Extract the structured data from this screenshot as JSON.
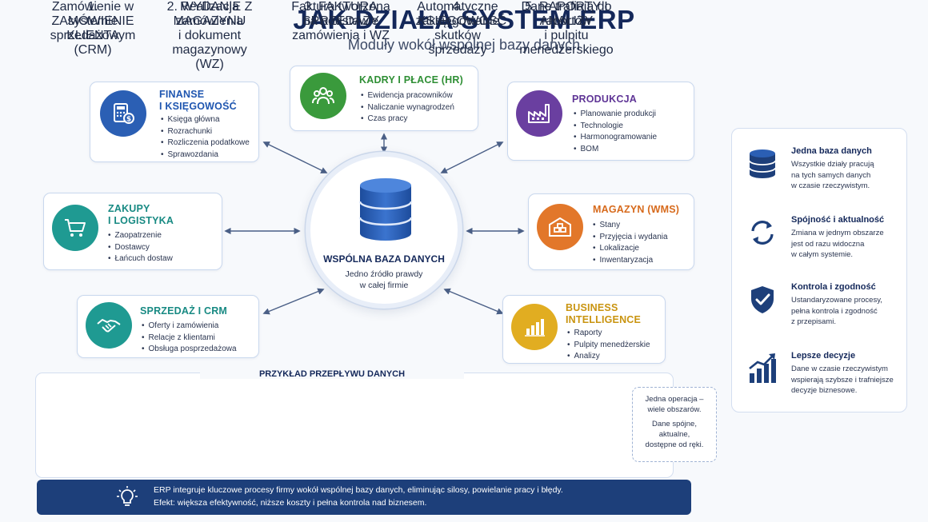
{
  "header": {
    "title": "JAK DZIAŁA SYSTEM ERP",
    "subtitle": "Moduły wokół wspólnej bazy danych"
  },
  "colors": {
    "navy": "#14285a",
    "blue": "#2b5fb4",
    "green": "#3a9a3c",
    "purple": "#6a3fa0",
    "orange": "#e2772a",
    "teal": "#1f9a92",
    "gold": "#e1ad21",
    "bar": "#1d3f7a"
  },
  "center": {
    "icon": "database-icon",
    "title": "WSPÓLNA BAZA DANYCH",
    "subtitle_line1": "Jedno źródło prawdy",
    "subtitle_line2": "w całej firmie"
  },
  "modules": {
    "finanse": {
      "icon": "calculator-coin-icon",
      "title_line1": "FINANSE",
      "title_line2": "I KSIĘGOWOŚĆ",
      "items": [
        "Księga główna",
        "Rozrachunki",
        "Rozliczenia podatkowe",
        "Sprawozdania"
      ]
    },
    "kadry": {
      "icon": "people-group-icon",
      "title_line1": "KADRY I PŁACE (HR)",
      "items": [
        "Ewidencja pracowników",
        "Naliczanie wynagrodzeń",
        "Czas pracy"
      ]
    },
    "produkcja": {
      "icon": "factory-icon",
      "title_line1": "PRODUKCJA",
      "items": [
        "Planowanie produkcji",
        "Technologie",
        "Harmonogramowanie",
        "BOM"
      ]
    },
    "zakupy": {
      "icon": "shopping-cart-icon",
      "title_line1": "ZAKUPY",
      "title_line2": "I LOGISTYKA",
      "items": [
        "Zaopatrzenie",
        "Dostawcy",
        "Łańcuch dostaw"
      ]
    },
    "magazyn": {
      "icon": "warehouse-icon",
      "title_line1": "MAGAZYN (WMS)",
      "items": [
        "Stany",
        "Przyjęcia i wydania",
        "Lokalizacje",
        "Inwentaryzacja"
      ]
    },
    "sprzedaz": {
      "icon": "handshake-icon",
      "title_line1": "SPRZEDAŻ I CRM",
      "items": [
        "Oferty i zamówienia",
        "Relacje z klientami",
        "Obsługa posprzedażowa"
      ]
    },
    "bi": {
      "icon": "bar-chart-icon",
      "title_line1": "BUSINESS",
      "title_line2": "INTELLIGENCE",
      "items": [
        "Raporty",
        "Pulpity menedżerskie",
        "Analizy"
      ]
    }
  },
  "flow": {
    "title": "PRZYKŁAD PRZEPŁYWU DANYCH",
    "steps": [
      {
        "icon": "order-clipboard-icon",
        "title": "1. ZAMÓWIENIE KLIENTA",
        "line1": "Zamówienie w systemie",
        "line2": "sprzedażowym (CRM)"
      },
      {
        "icon": "warehouse-icon",
        "title": "2. WYDANIE Z MAGAZYNU",
        "line1": "Realizacja zamówienia",
        "line2": "i dokument magazynowy (WZ)"
      },
      {
        "icon": "invoice-document-icon",
        "title": "3. FAKTURA SPRZEDAŻY",
        "line1": "Faktura tworzona na podstawie",
        "line2": "zamówienia i WZ"
      },
      {
        "icon": "calculator-icon",
        "title": "4. KSIĘGOWOŚĆ",
        "line1": "Automatyczne zaksięgowanie",
        "line2": "skutków sprzedaży"
      },
      {
        "icon": "bar-chart-icon",
        "title": "5. RAPORTY I ANALIZY",
        "line1": "Dane trafiają do raportów",
        "line2": "i pulpitu menedżerskiego"
      }
    ],
    "note": {
      "line1": "Jedna operacja –",
      "line2": "wiele obszarów.",
      "line3": "Dane spójne,",
      "line4": "aktualne,",
      "line5": "dostępne od ręki."
    }
  },
  "bottom": {
    "icon": "lightbulb-icon",
    "line1": "ERP integruje kluczowe procesy firmy wokół wspólnej bazy danych, eliminując silosy, powielanie pracy i błędy.",
    "line2": "Efekt: większa efektywność, niższe koszty i pełna kontrola nad biznesem."
  },
  "benefits": [
    {
      "icon": "database-icon",
      "title": "Jedna baza danych",
      "line1": "Wszystkie działy pracują",
      "line2": "na tych samych danych",
      "line3": "w czasie rzeczywistym."
    },
    {
      "icon": "sync-arrows-icon",
      "title": "Spójność i aktualność",
      "line1": "Zmiana w jednym obszarze",
      "line2": "jest od razu widoczna",
      "line3": "w całym systemie."
    },
    {
      "icon": "shield-check-icon",
      "title": "Kontrola i zgodność",
      "line1": "Ustandaryzowane procesy,",
      "line2": "pełna kontrola i zgodność",
      "line3": "z przepisami."
    },
    {
      "icon": "growth-chart-icon",
      "title": "Lepsze decyzje",
      "line1": "Dane w czasie rzeczywistym",
      "line2": "wspierają szybsze i trafniejsze",
      "line3": "decyzje biznesowe."
    }
  ]
}
